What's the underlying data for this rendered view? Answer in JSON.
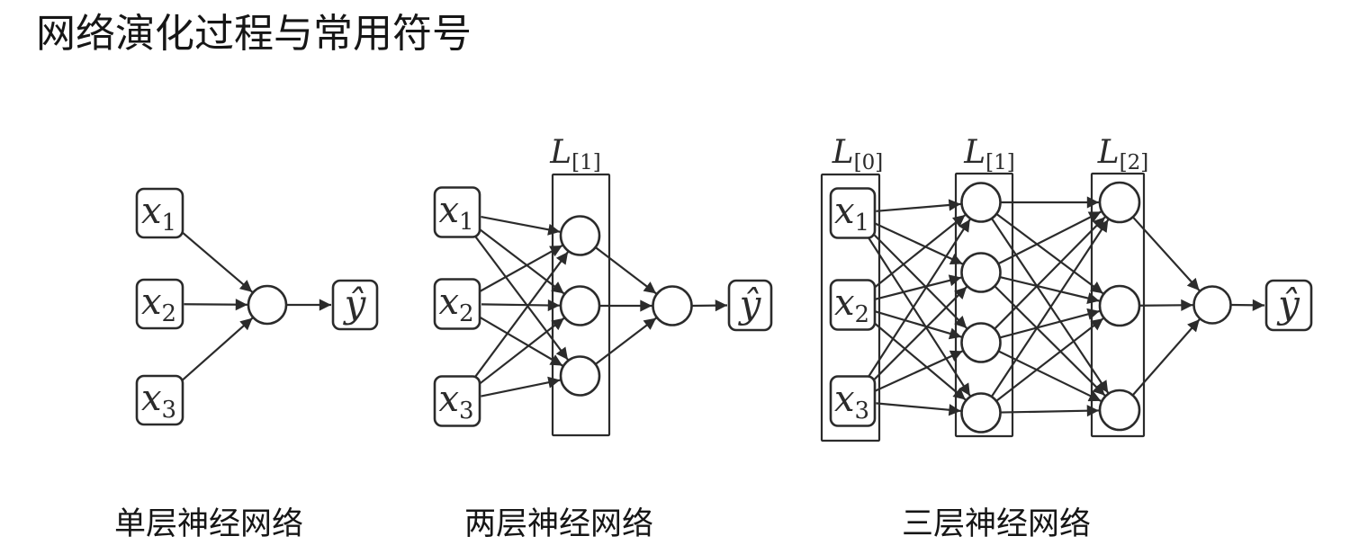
{
  "page": {
    "title": "网络演化过程与常用符号",
    "background": "#ffffff",
    "ink": "#2b2b2b"
  },
  "diagrams": [
    {
      "name": "single-layer-network",
      "caption": "单层神经网络",
      "inputs": [
        {
          "var": "x",
          "sub": "1"
        },
        {
          "var": "x",
          "sub": "2"
        },
        {
          "var": "x",
          "sub": "3"
        }
      ],
      "input_frame_label": null,
      "hidden_layers": [],
      "output_neurons": 1,
      "output_label": {
        "var": "ŷ",
        "sub": ""
      }
    },
    {
      "name": "two-layer-network",
      "caption": "两层神经网络",
      "inputs": [
        {
          "var": "x",
          "sub": "1"
        },
        {
          "var": "x",
          "sub": "2"
        },
        {
          "var": "x",
          "sub": "3"
        }
      ],
      "input_frame_label": null,
      "hidden_layers": [
        {
          "label": {
            "var": "L",
            "sub": "[1]"
          },
          "nodes": 3
        }
      ],
      "output_neurons": 1,
      "output_label": {
        "var": "ŷ",
        "sub": ""
      }
    },
    {
      "name": "three-layer-network",
      "caption": "三层神经网络",
      "inputs": [
        {
          "var": "x",
          "sub": "1"
        },
        {
          "var": "x",
          "sub": "2"
        },
        {
          "var": "x",
          "sub": "3"
        }
      ],
      "input_frame_label": {
        "var": "L",
        "sub": "[0]"
      },
      "hidden_layers": [
        {
          "label": {
            "var": "L",
            "sub": "[1]"
          },
          "nodes": 4
        },
        {
          "label": {
            "var": "L",
            "sub": "[2]"
          },
          "nodes": 3
        }
      ],
      "output_neurons": 1,
      "output_label": {
        "var": "ŷ",
        "sub": ""
      }
    }
  ]
}
